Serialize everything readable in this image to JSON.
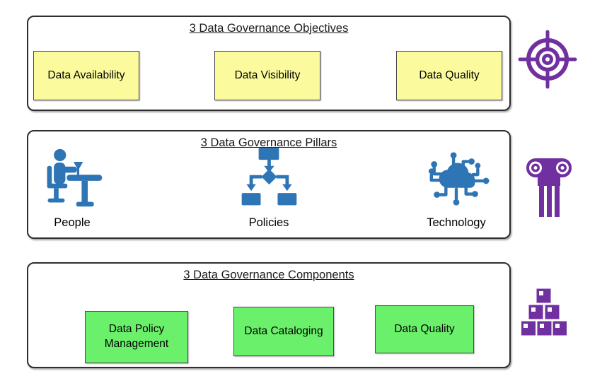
{
  "colors": {
    "objective_box_fill": "#FBFB9D",
    "component_box_fill": "#6BF06B",
    "icon_blue": "#2E75B6",
    "icon_purple": "#7030A0",
    "panel_border": "#2E2E2E"
  },
  "sections": {
    "objectives": {
      "title": "3 Data Governance Objectives",
      "side_icon": "target-icon",
      "items": [
        {
          "label": "Data Availability"
        },
        {
          "label": "Data Visibility"
        },
        {
          "label": "Data Quality"
        }
      ]
    },
    "pillars": {
      "title": "3 Data Governance Pillars",
      "side_icon": "pillar-column-icon",
      "items": [
        {
          "label": "People",
          "icon": "person-at-desk-icon"
        },
        {
          "label": "Policies",
          "icon": "flowchart-icon"
        },
        {
          "label": "Technology",
          "icon": "cloud-network-icon"
        }
      ]
    },
    "components": {
      "title": "3 Data Governance Components",
      "side_icon": "stacked-blocks-icon",
      "items": [
        {
          "label": "Data Policy Management"
        },
        {
          "label": "Data Cataloging"
        },
        {
          "label": "Data Quality"
        }
      ]
    }
  }
}
